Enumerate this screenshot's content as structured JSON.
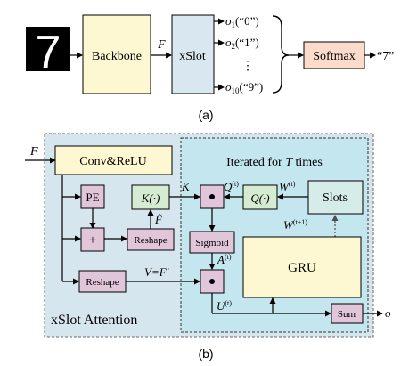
{
  "colors": {
    "input_bg": "#000000",
    "input_digit": "#ffffff",
    "backbone_fill": "#fdf8d2",
    "xslot_fill": "#d9e7f0",
    "softmax_fill": "#fbdccb",
    "panel_b_fill": "#d6e6ee",
    "iterated_fill": "#c3e6ef",
    "yellow_box": "#fdf8d2",
    "green_box": "#d5ecd2",
    "pink_box": "#e1c5d9",
    "slots_fill": "#d6ece8",
    "line": "#000000",
    "dash": "#4d4d4d"
  },
  "part_a": {
    "input_digit": "7",
    "backbone": "Backbone",
    "feature": "F",
    "xslot": "xSlot",
    "outputs": [
      {
        "o": "o",
        "sub": "1",
        "cls": "(“0”)"
      },
      {
        "o": "o",
        "sub": "2",
        "cls": "(“1”)"
      },
      {
        "o": "o",
        "sub": "10",
        "cls": "(“9”)"
      }
    ],
    "ellipsis": "⋮",
    "softmax": "Softmax",
    "result": "“7”",
    "caption": "(a)"
  },
  "part_b": {
    "input_F": "F",
    "conv": "Conv&ReLU",
    "iterated_prefix": "Iterated for ",
    "iterated_T": "T",
    "iterated_suffix": " times",
    "pe": "PE",
    "plus": "+",
    "k_func": "K(·)",
    "f_tilde": "F̃",
    "reshape_1": "Reshape",
    "reshape_2": "Reshape",
    "k_label": "K",
    "q_label": "Q",
    "q_sup": "(t)",
    "q_func": "Q(·)",
    "w_label": "W",
    "w_sup": "(t)",
    "slots": "Slots",
    "w_next": "W",
    "w_next_sup": "(t+1)",
    "sigmoid": "Sigmoid",
    "a_label": "A",
    "a_sup": "(t)",
    "v_label": "V=F′",
    "gru": "GRU",
    "u_label": "U",
    "u_sup": "(t)",
    "sum": "Sum",
    "o_label": "o",
    "title": "xSlot Attention",
    "caption": "(b)"
  }
}
